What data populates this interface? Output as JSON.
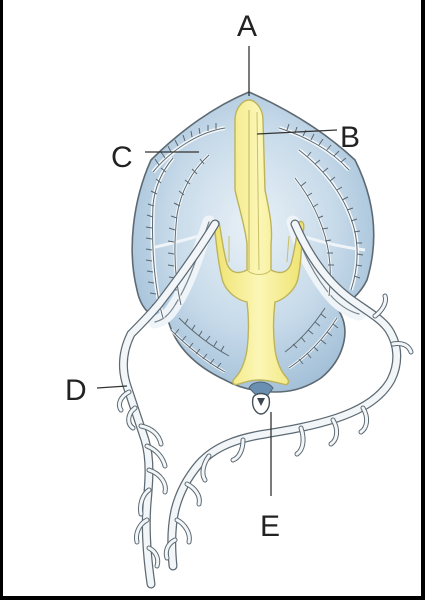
{
  "figure": {
    "labels": {
      "A": "A",
      "B": "B",
      "C": "C",
      "D": "D",
      "E": "E"
    }
  },
  "colors": {
    "body_fill": "#b7cfe2",
    "body_light": "#e6eff6",
    "gut_fill": "#f3ec88",
    "gut_stroke": "#bdb35a",
    "outline": "#5d6a73"
  }
}
